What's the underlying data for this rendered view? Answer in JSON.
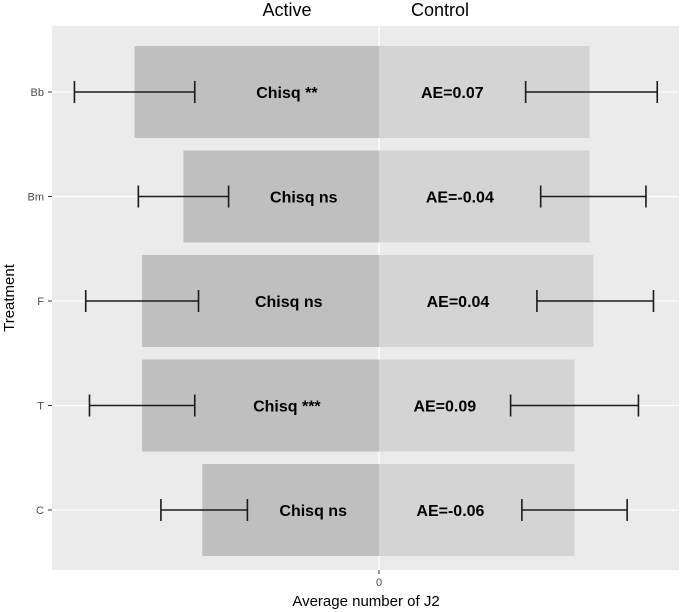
{
  "chart_data": {
    "type": "bar",
    "orientation": "horizontal",
    "side_labels": {
      "left": "Active",
      "right": "Control"
    },
    "xlabel": "Average number of J2",
    "ylabel": "Treatment",
    "x_ticks": [
      "0"
    ],
    "xlim": [
      -1.0,
      0.85
    ],
    "grid": true,
    "categories": [
      "Bb",
      "Bm",
      "F",
      "T",
      "C"
    ],
    "series": [
      {
        "key": "active",
        "color": "#bfbfbf",
        "values": [
          -0.65,
          -0.52,
          -0.63,
          -0.63,
          -0.47
        ],
        "error_low": [
          -0.81,
          -0.64,
          -0.78,
          -0.77,
          -0.58
        ],
        "error_high": [
          -0.49,
          -0.4,
          -0.48,
          -0.49,
          -0.35
        ],
        "labels": [
          "Chisq **",
          "Chisq ns",
          "Chisq ns",
          "Chisq ***",
          "Chisq ns"
        ]
      },
      {
        "key": "control",
        "color": "#d4d4d4",
        "values": [
          0.56,
          0.56,
          0.57,
          0.52,
          0.52
        ],
        "error_low": [
          0.39,
          0.43,
          0.42,
          0.35,
          0.38
        ],
        "error_high": [
          0.74,
          0.71,
          0.73,
          0.69,
          0.66
        ],
        "labels": [
          "AE=0.07",
          "AE=-0.04",
          "AE=0.04",
          "AE=0.09",
          "AE=-0.06"
        ]
      }
    ]
  }
}
